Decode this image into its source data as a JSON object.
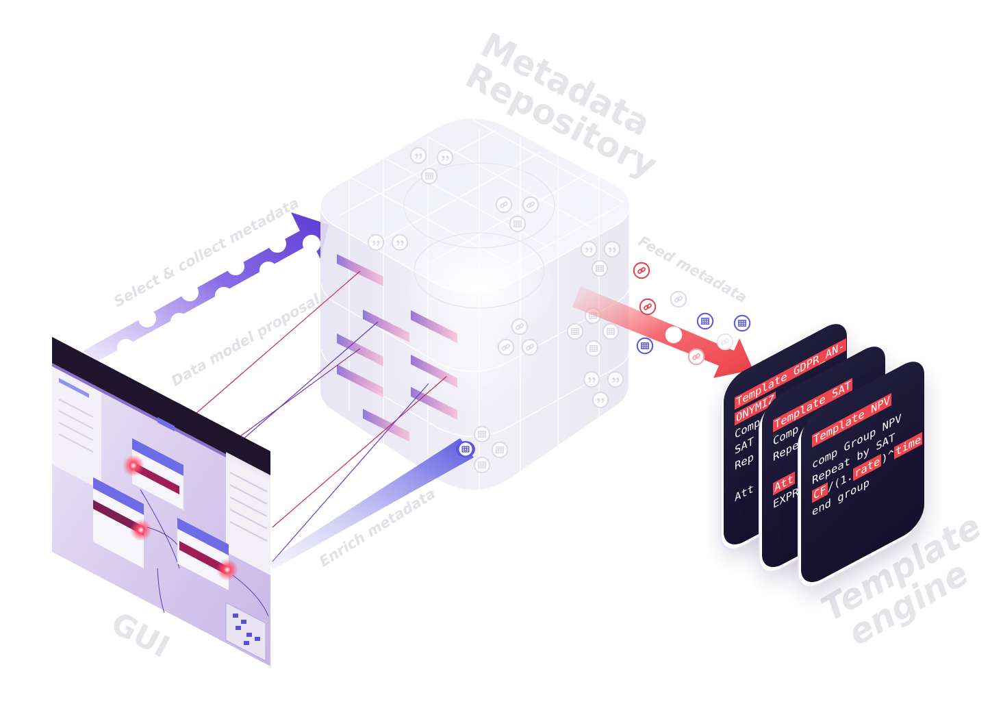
{
  "labels": {
    "repository_line1": "Metadata",
    "repository_line2": "Repository",
    "engine_line1": "Template",
    "engine_line2": "engine",
    "gui": "GUI",
    "flow_select": "Select & collect metadata",
    "flow_data_model": "Data model proposal",
    "flow_feed": "Feed metadata",
    "flow_enrich": "Enrich metadata"
  },
  "cards": [
    {
      "title": "Template GDPR_AN-",
      "line2": "ONYMIZ",
      "lines": [
        "Comp",
        "SAT",
        "Rep",
        "",
        "Att"
      ]
    },
    {
      "title": "Template SAT",
      "lines": [
        "Comp",
        "Repe",
        "",
        "Att",
        "EXPR"
      ]
    },
    {
      "title": "Template NPV",
      "line1": "comp Group NPV",
      "line2": "Repeat by SAT",
      "line3": {
        "hl1": "CF",
        "mid": "/(1.",
        "hl2": "rate",
        "pre3": ")^",
        "hl3": "time"
      },
      "line4": "end group"
    }
  ],
  "colors": {
    "purple": "#6c4bd9",
    "red": "#f0474f",
    "card_bg": "#1a1533",
    "label_gray": "#e4e4e9"
  },
  "icons": [
    "link-icon",
    "quote-icon",
    "table-icon"
  ]
}
